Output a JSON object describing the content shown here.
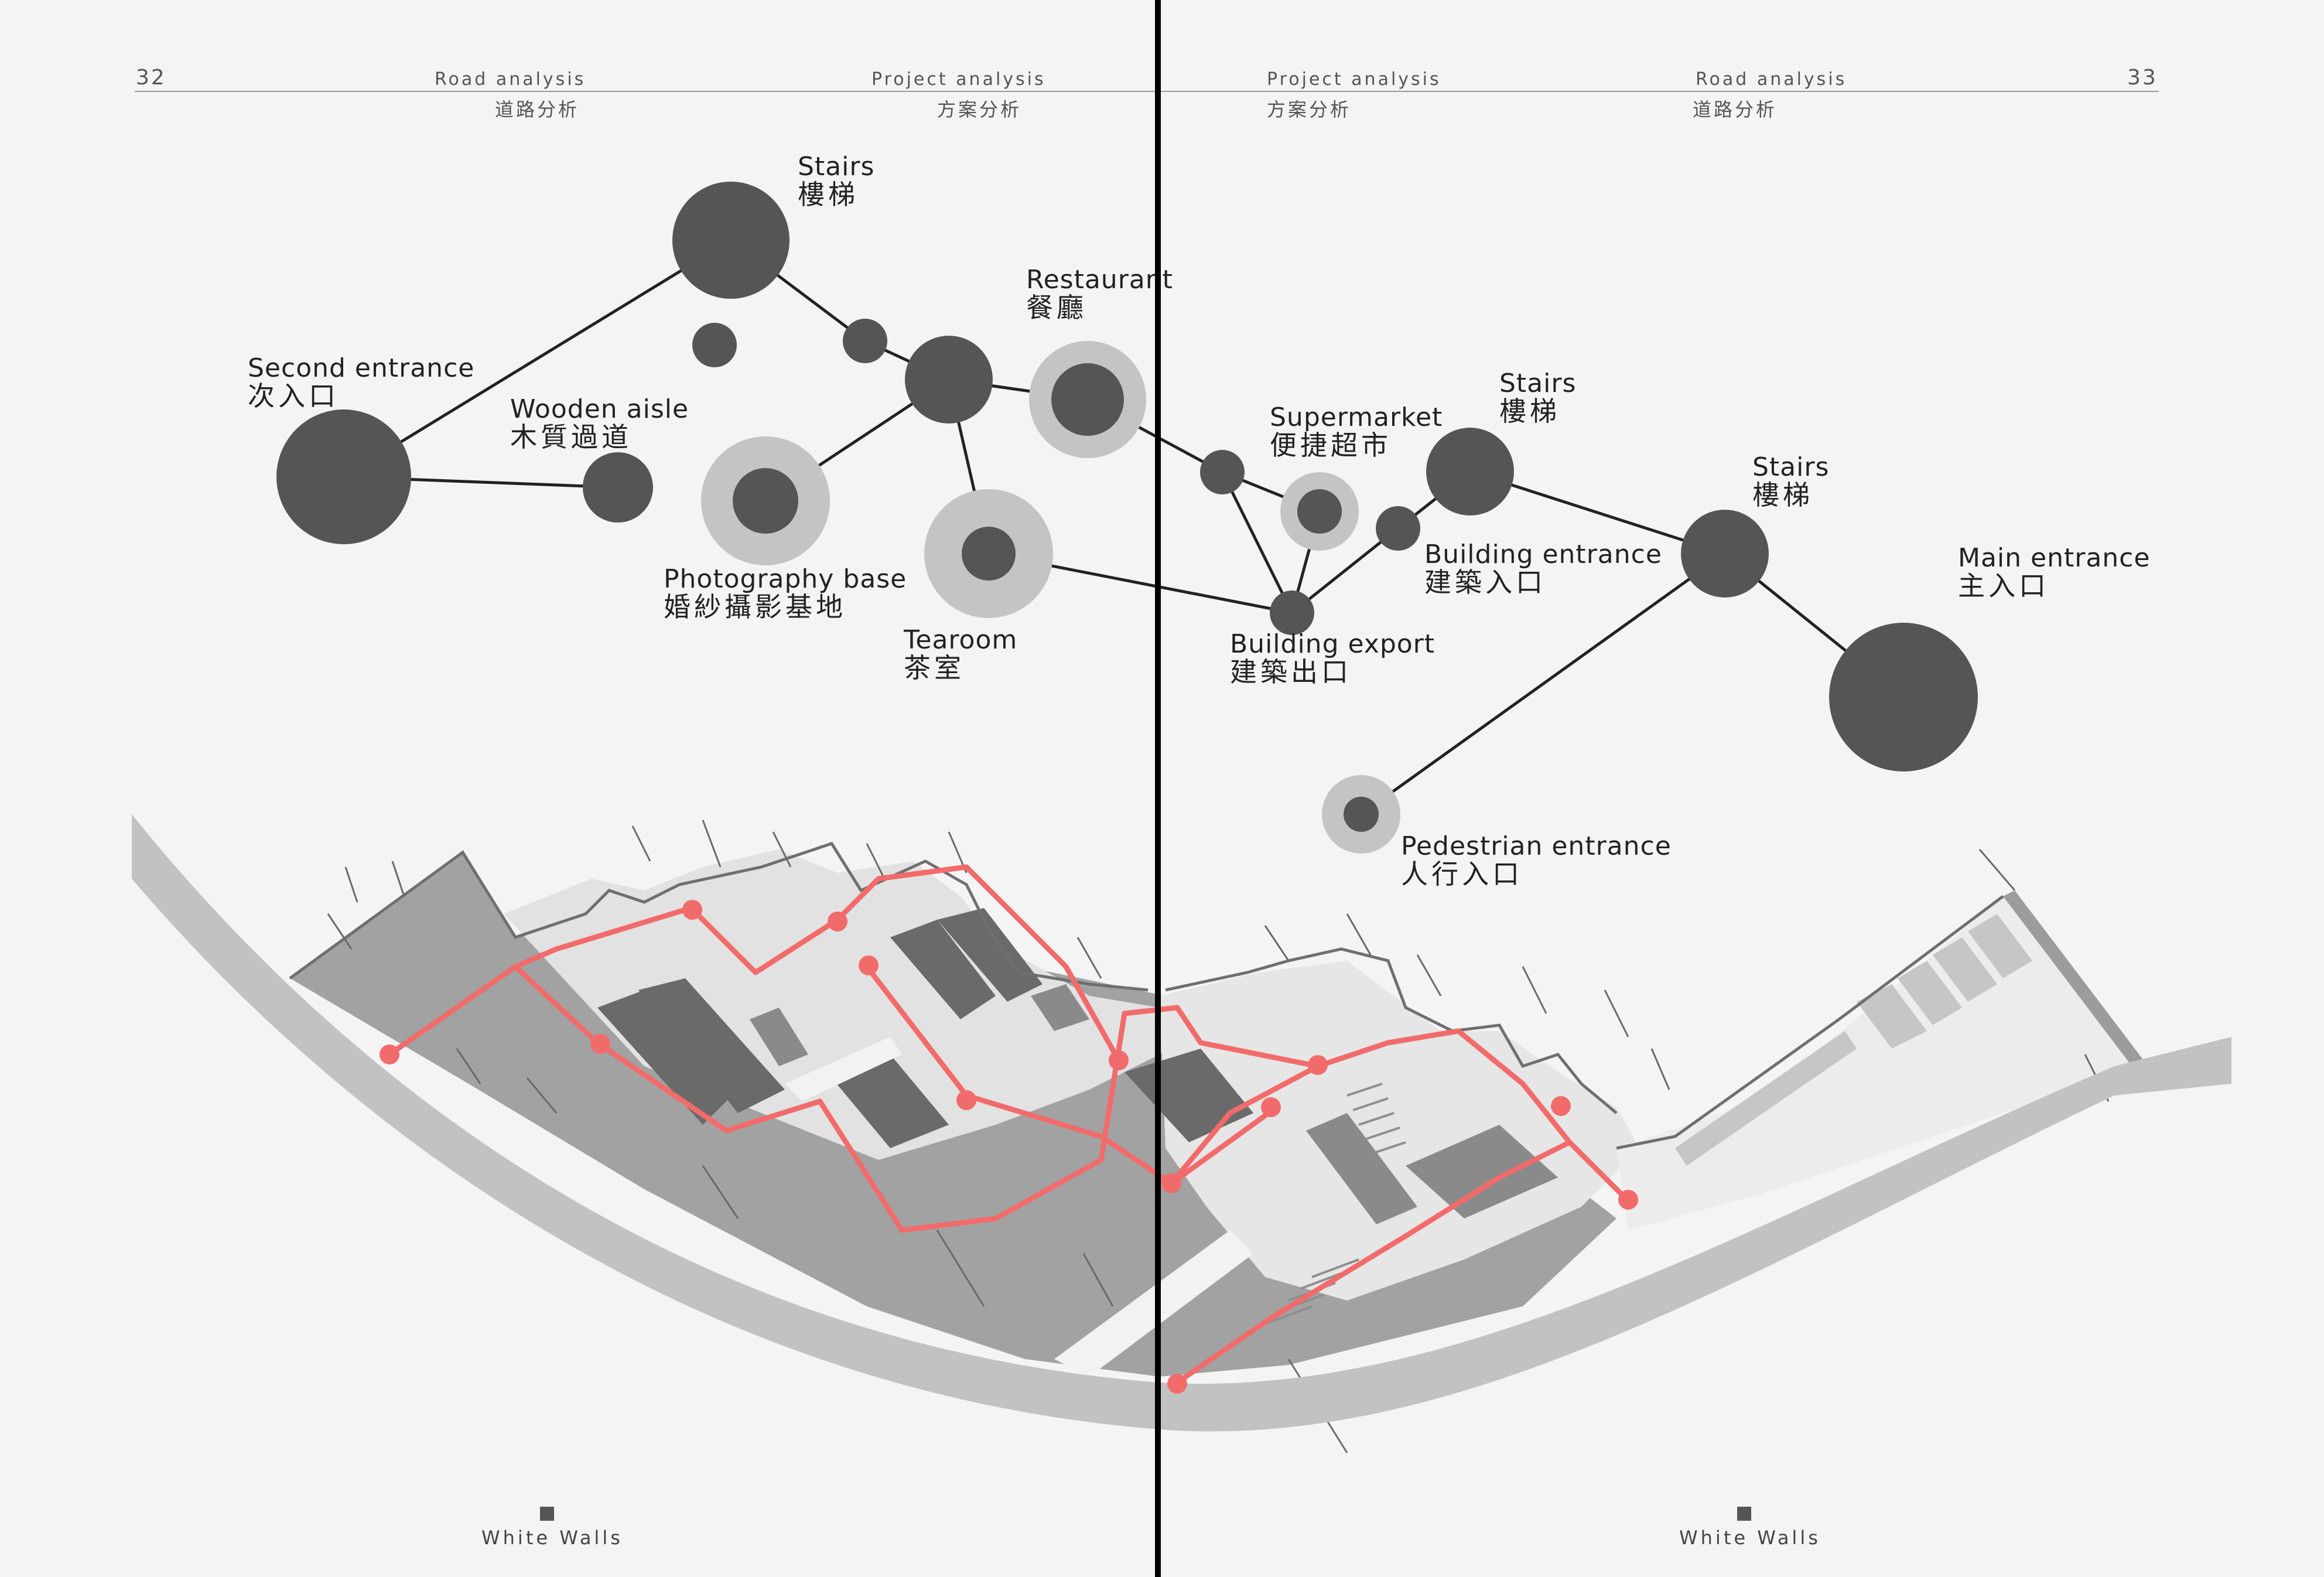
{
  "header": {
    "page_left": "32",
    "page_right": "33",
    "left_road_en": "Road analysis",
    "left_road_zh": "道路分析",
    "left_project_en": "Project analysis",
    "left_project_zh": "方案分析",
    "right_project_en": "Project analysis",
    "right_project_zh": "方案分析",
    "right_road_en": "Road analysis",
    "right_road_zh": "道路分析"
  },
  "nodes": [
    {
      "id": "second_entrance",
      "en": "Second entrance",
      "zh": "次入口"
    },
    {
      "id": "stairs_1",
      "en": "Stairs",
      "zh": "樓梯"
    },
    {
      "id": "wooden_aisle",
      "en": "Wooden aisle",
      "zh": "木質過道"
    },
    {
      "id": "photography_base",
      "en": "Photography base",
      "zh": "婚紗攝影基地"
    },
    {
      "id": "restaurant",
      "en": "Restaurant",
      "zh": "餐廳"
    },
    {
      "id": "tearoom",
      "en": "Tearoom",
      "zh": "茶室"
    },
    {
      "id": "supermarket",
      "en": "Supermarket",
      "zh": "便捷超市"
    },
    {
      "id": "stairs_2",
      "en": "Stairs",
      "zh": "樓梯"
    },
    {
      "id": "building_entrance",
      "en": "Building entrance",
      "zh": "建築入口"
    },
    {
      "id": "building_export",
      "en": "Building export",
      "zh": "建築出口"
    },
    {
      "id": "stairs_3",
      "en": "Stairs",
      "zh": "樓梯"
    },
    {
      "id": "main_entrance",
      "en": "Main entrance",
      "zh": "主入口"
    },
    {
      "id": "pedestrian_entrance",
      "en": "Pedestrian entrance",
      "zh": "人行入口"
    }
  ],
  "footer": {
    "left_label": "White Walls",
    "right_label": "White Walls"
  },
  "colors": {
    "background": "#f4f4f4",
    "node_dark": "#555555",
    "node_ring": "#c4c4c4",
    "route": "#f26b6b",
    "building_dark": "#6a6a6a",
    "building_mid": "#9a9a9a",
    "road": "#c2c2c2"
  }
}
